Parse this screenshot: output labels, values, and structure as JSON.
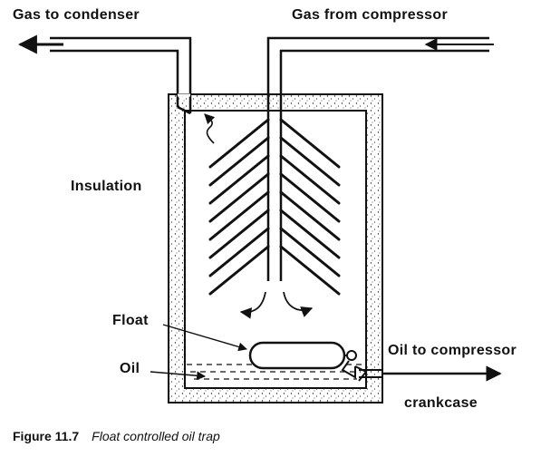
{
  "labels": {
    "gas_to_condenser": "Gas to condenser",
    "gas_from_compressor": "Gas from compressor",
    "insulation": "Insulation",
    "float": "Float",
    "oil": "Oil",
    "oil_to_compressor": "Oil to compressor",
    "crankcase": "crankcase"
  },
  "caption": {
    "number": "Figure 11.7",
    "text": "Float controlled oil trap"
  },
  "colors": {
    "ink": "#111111",
    "background": "#ffffff"
  }
}
